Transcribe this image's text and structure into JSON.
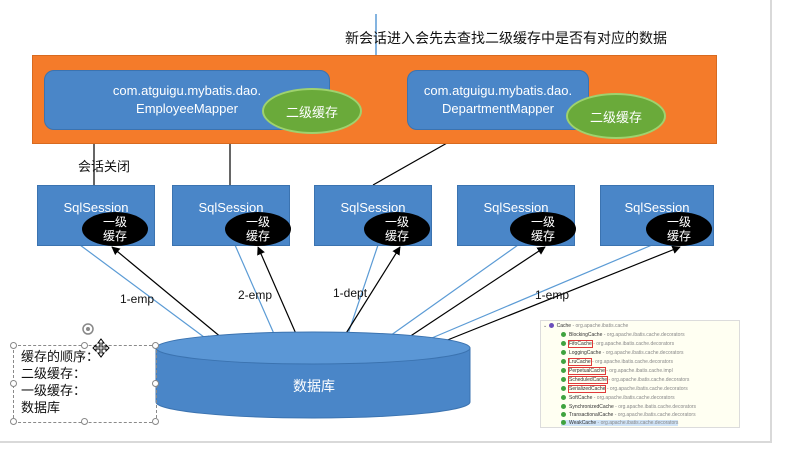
{
  "header": {
    "title": "新会话进入会先去查找二级缓存中是否有对应的数据"
  },
  "mappers": [
    {
      "line1": "com.atguigu.mybatis.dao.",
      "line2": "EmployeeMapper",
      "cache": "二级缓存"
    },
    {
      "line1": "com.atguigu.mybatis.dao.",
      "line2": "DepartmentMapper",
      "cache": "二级缓存"
    }
  ],
  "session_close_label": "会话关闭",
  "sessions": [
    {
      "label": "SqlSession",
      "cache_line1": "一级",
      "cache_line2": "缓存"
    },
    {
      "label": "SqlSession",
      "cache_line1": "一级",
      "cache_line2": "缓存"
    },
    {
      "label": "SqlSession",
      "cache_line1": "一级",
      "cache_line2": "缓存"
    },
    {
      "label": "SqlSession",
      "cache_line1": "一级",
      "cache_line2": "缓存"
    },
    {
      "label": "SqlSession",
      "cache_line1": "一级",
      "cache_line2": "缓存"
    }
  ],
  "edge_labels": [
    "1-emp",
    "2-emp",
    "1-dept",
    "1-emp"
  ],
  "database_label": "数据库",
  "note_lines": [
    "缓存的顺序：",
    "二级缓存：",
    "一级缓存：",
    "数据库"
  ],
  "cache_tree": {
    "root": {
      "name": "Cache",
      "pkg": "- org.apache.ibatis.cache"
    },
    "items": [
      {
        "name": "BlockingCache",
        "pkg": "- org.apache.ibatis.cache.decorators"
      },
      {
        "name": "FifoCache",
        "pkg": "- org.apache.ibatis.cache.decorators"
      },
      {
        "name": "LoggingCache",
        "pkg": "- org.apache.ibatis.cache.decorators"
      },
      {
        "name": "LruCache",
        "pkg": "- org.apache.ibatis.cache.decorators"
      },
      {
        "name": "PerpetualCache",
        "pkg": "- org.apache.ibatis.cache.impl"
      },
      {
        "name": "ScheduledCache",
        "pkg": "- org.apache.ibatis.cache.decorators"
      },
      {
        "name": "SerializedCache",
        "pkg": "- org.apache.ibatis.cache.decorators"
      },
      {
        "name": "SoftCache",
        "pkg": "- org.apache.ibatis.cache.decorators"
      },
      {
        "name": "SynchronizedCache",
        "pkg": "- org.apache.ibatis.cache.decorators"
      },
      {
        "name": "TransactionalCache",
        "pkg": "- org.apache.ibatis.cache.decorators"
      },
      {
        "name": "WeakCache",
        "pkg": "- org.apache.ibatis.cache.decorators"
      }
    ]
  },
  "colors": {
    "orange": "#f47b2a",
    "blue": "#4a86c8",
    "green": "#6aaa3a",
    "arrow_blue": "#5b9bd5",
    "arrow_black": "#000000"
  }
}
